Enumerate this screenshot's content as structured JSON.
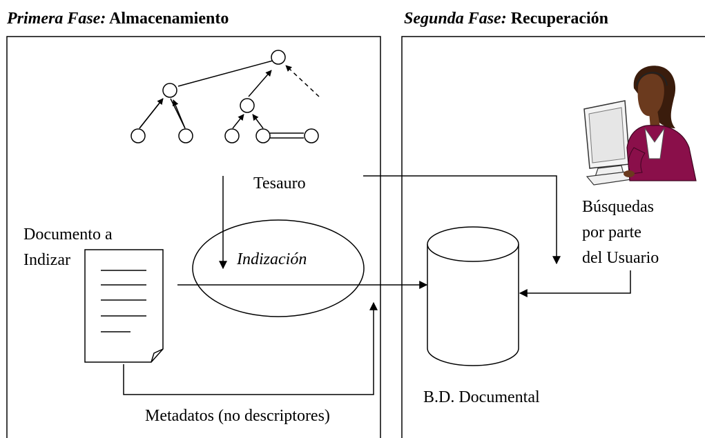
{
  "phase1": {
    "title_italic": "Primera Fase:",
    "title_bold": "Almacenamiento"
  },
  "phase2": {
    "title_italic": "Segunda Fase:",
    "title_bold": "Recuperación"
  },
  "labels": {
    "tesauro": "Tesauro",
    "indizacion": "Indización",
    "documento_line1": "Documento a",
    "documento_line2": "Indizar",
    "metadatos": "Metadatos (no descriptores)",
    "bd_documental": "B.D. Documental",
    "busquedas_line1": "Búsquedas",
    "busquedas_line2": "por parte",
    "busquedas_line3": "del Usuario"
  },
  "icons": {
    "user": "woman-at-computer-icon",
    "document": "document-page-icon",
    "database": "database-cylinder-icon",
    "user_skin_color": "#6b3a1e",
    "user_jacket_color": "#8a0f4a"
  }
}
